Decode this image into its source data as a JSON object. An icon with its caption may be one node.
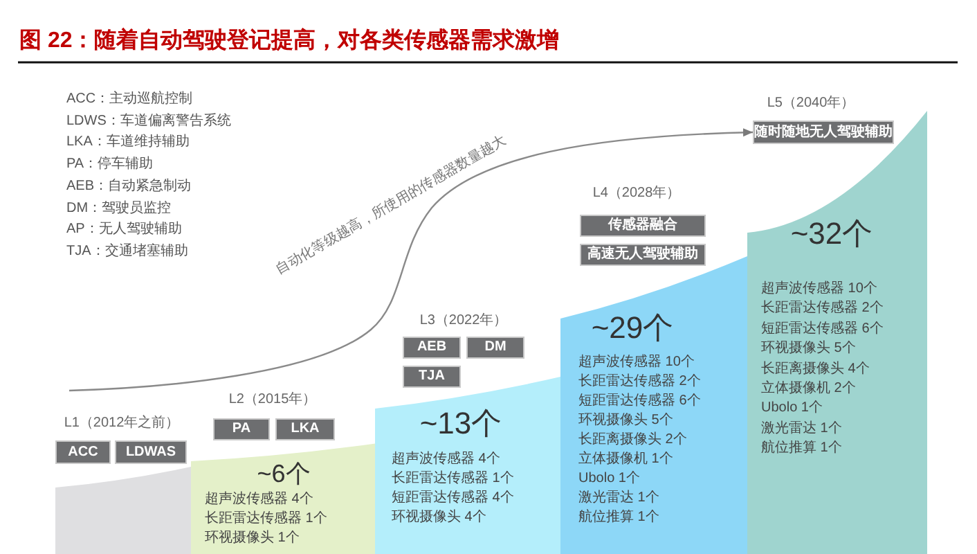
{
  "diagram": {
    "title": "图 22：随着自动驾驶登记提高，对各类传感器需求激增",
    "nodes": [
      {
        "text": [
          "ACC"
        ]
      },
      {
        "text": [
          "LDWAS"
        ]
      },
      {
        "text": [],
        "shape": "box"
      },
      {
        "text": [
          "PA"
        ]
      },
      {
        "text": [
          "LKA"
        ]
      },
      {
        "text": [
          "~6个",
          "超声波传感器 4个",
          "长距雷达传感器 1个",
          "环视摄像头 1个"
        ]
      },
      {
        "text": [
          "AEB"
        ]
      },
      {
        "text": [
          "DM"
        ]
      },
      {
        "text": [
          "TJA"
        ]
      },
      {
        "text": [
          "~13个",
          "超声波传感器 4个",
          "长距雷达传感器 1个",
          "短距雷达传感器 4个",
          "环视摄像头 4个"
        ]
      },
      {
        "text": [
          "传感器融合"
        ]
      },
      {
        "text": [
          "高速无人驾驶辅助"
        ]
      },
      {
        "text": [
          "~29个",
          "超声波传感器 10个",
          "长距雷达传感器 2个",
          "短距雷达传感器 6个",
          "环视摄像头 5个",
          "长距离摄像头 2个",
          "立体摄像机 1个",
          "Ubolo 1个",
          "激光雷达 1个",
          "航位推算 1个"
        ]
      },
      {
        "text": [
          "随时随地无人驾驶辅助"
        ]
      },
      {
        "text": [
          "~32个",
          "超声波传感器 10个",
          "长距雷达传感器 2个",
          "短距雷达传感器 6个",
          "环视摄像头 5个",
          "长距离摄像头 4个",
          "立体摄像机 2个",
          "Ubolo 1个",
          "激光雷达 1个",
          "航位推算 1个"
        ]
      }
    ],
    "edges": [
      {
        "from": null,
        "to": 13,
        "arrow": "to",
        "label": "自动化等级越高，所使用的传感器数量越大"
      }
    ],
    "labels": [
      "ACC：主动巡航控制",
      "LDWS：车道偏离警告系统",
      "LKA：车道维持辅助",
      "PA：停车辅助",
      "AEB：自动紧急制动",
      "DM：驾驶员监控",
      "AP：无人驾驶辅助",
      "TJA：交通堵塞辅助",
      "L1（2012年之前）",
      "L2（2015年）",
      "L3（2022年）",
      "L4（2028年）",
      "L5（2040年）"
    ]
  }
}
